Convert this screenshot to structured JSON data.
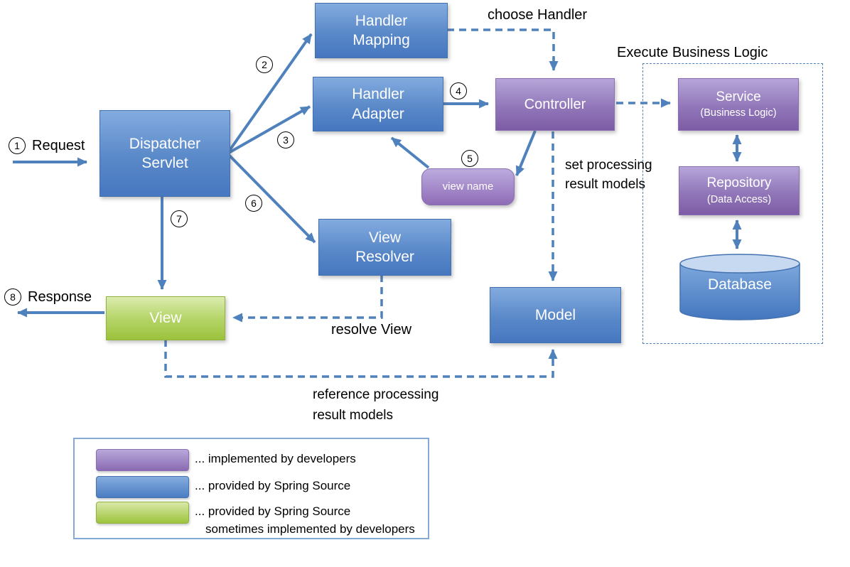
{
  "colors": {
    "arrow": "#4f81bd",
    "blue_top": "#83abdf",
    "blue_bottom": "#4677bf",
    "blue_border": "#4472b0",
    "purple_top": "#b6a5d9",
    "purple_bottom": "#7d5ca6",
    "purple_border": "#8a6fb0",
    "viewname_top": "#bcabdf",
    "viewname_bottom": "#8f6cb7",
    "green_top": "#dcecae",
    "green_bottom": "#9cc23c",
    "green_border": "#8fb33d",
    "db_ellipse": "#c6d9f1",
    "container_border": "#4f81bd",
    "legend_border": "#84a9d4",
    "text": "#000000"
  },
  "steps": {
    "request": {
      "num": "1",
      "label": "Request"
    },
    "response": {
      "num": "8",
      "label": "Response"
    },
    "n2": "2",
    "n3": "3",
    "n4": "4",
    "n5": "5",
    "n6": "6",
    "n7": "7"
  },
  "boxes": {
    "dispatcher": {
      "l1": "Dispatcher",
      "l2": "Servlet"
    },
    "handler_mapping": {
      "l1": "Handler",
      "l2": "Mapping"
    },
    "handler_adapter": {
      "l1": "Handler",
      "l2": "Adapter"
    },
    "controller": "Controller",
    "view_name": "view name",
    "view_resolver": {
      "l1": "View",
      "l2": "Resolver"
    },
    "view": "View",
    "model": "Model",
    "service": {
      "title": "Service",
      "sub": "(Business Logic)"
    },
    "repository": {
      "title": "Repository",
      "sub": "(Data Access)"
    },
    "database": "Database"
  },
  "annotations": {
    "choose_handler": "choose Handler",
    "execute_business_logic": "Execute Business Logic",
    "set_processing": {
      "l1": "set processing",
      "l2": "result models"
    },
    "resolve_view": "resolve View",
    "reference_processing": {
      "l1": "reference processing",
      "l2": "result models"
    }
  },
  "legend": {
    "items": [
      {
        "swatch": "purple",
        "label": "... implemented by developers"
      },
      {
        "swatch": "blue",
        "label": "... provided by Spring Source"
      },
      {
        "swatch": "green",
        "label": "... provided by Spring Source",
        "label2": "sometimes implemented by developers"
      }
    ]
  }
}
